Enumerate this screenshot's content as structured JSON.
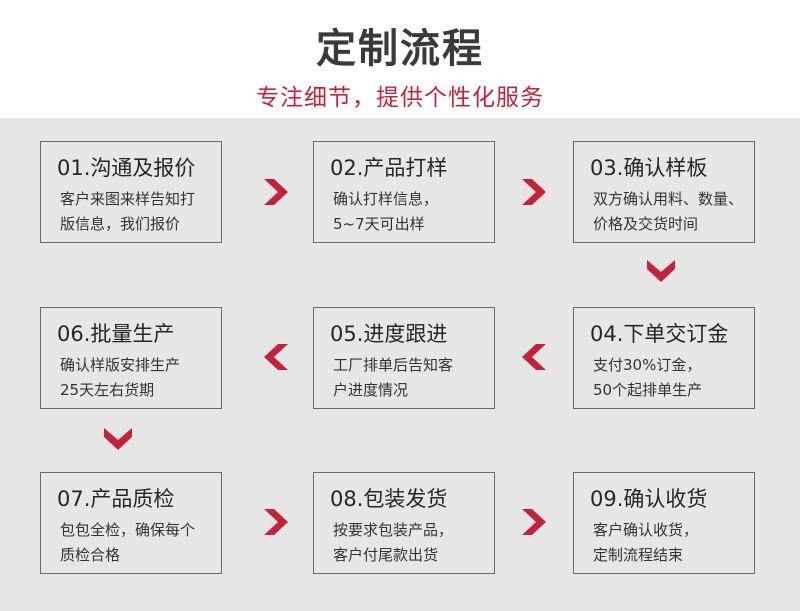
{
  "header": {
    "title": "定制流程",
    "subtitle": "专注细节，提供个性化服务"
  },
  "colors": {
    "accent": "#c2243b",
    "panel": "#e6e6e6",
    "border": "#6a6a6a"
  },
  "steps": [
    {
      "title": "01.沟通及报价",
      "lines": [
        "客户来图来样告知打",
        "版信息，我们报价"
      ]
    },
    {
      "title": "02.产品打样",
      "lines": [
        "确认打样信息，",
        "5~7天可出样"
      ]
    },
    {
      "title": "03.确认样板",
      "lines": [
        "双方确认用料、数量、",
        "价格及交货时间"
      ]
    },
    {
      "title": "04.下单交订金",
      "lines": [
        "支付30%订金，",
        "50个起排单生产"
      ]
    },
    {
      "title": "05.进度跟进",
      "lines": [
        "工厂排单后告知客",
        "户进度情况"
      ]
    },
    {
      "title": "06.批量生产",
      "lines": [
        "确认样版安排生产",
        "25天左右货期"
      ]
    },
    {
      "title": "07.产品质检",
      "lines": [
        "包包全检，确保每个",
        "质检合格"
      ]
    },
    {
      "title": "08.包装发货",
      "lines": [
        "按要求包装产品，",
        "客户付尾款出货"
      ]
    },
    {
      "title": "09.确认收货",
      "lines": [
        "客户确认收货，",
        "定制流程结束"
      ]
    }
  ],
  "arrows": [
    {
      "icon": "chevron-right-icon"
    },
    {
      "icon": "chevron-right-icon"
    },
    {
      "icon": "chevron-down-icon"
    },
    {
      "icon": "chevron-left-icon"
    },
    {
      "icon": "chevron-left-icon"
    },
    {
      "icon": "chevron-down-icon"
    },
    {
      "icon": "chevron-right-icon"
    },
    {
      "icon": "chevron-right-icon"
    }
  ]
}
